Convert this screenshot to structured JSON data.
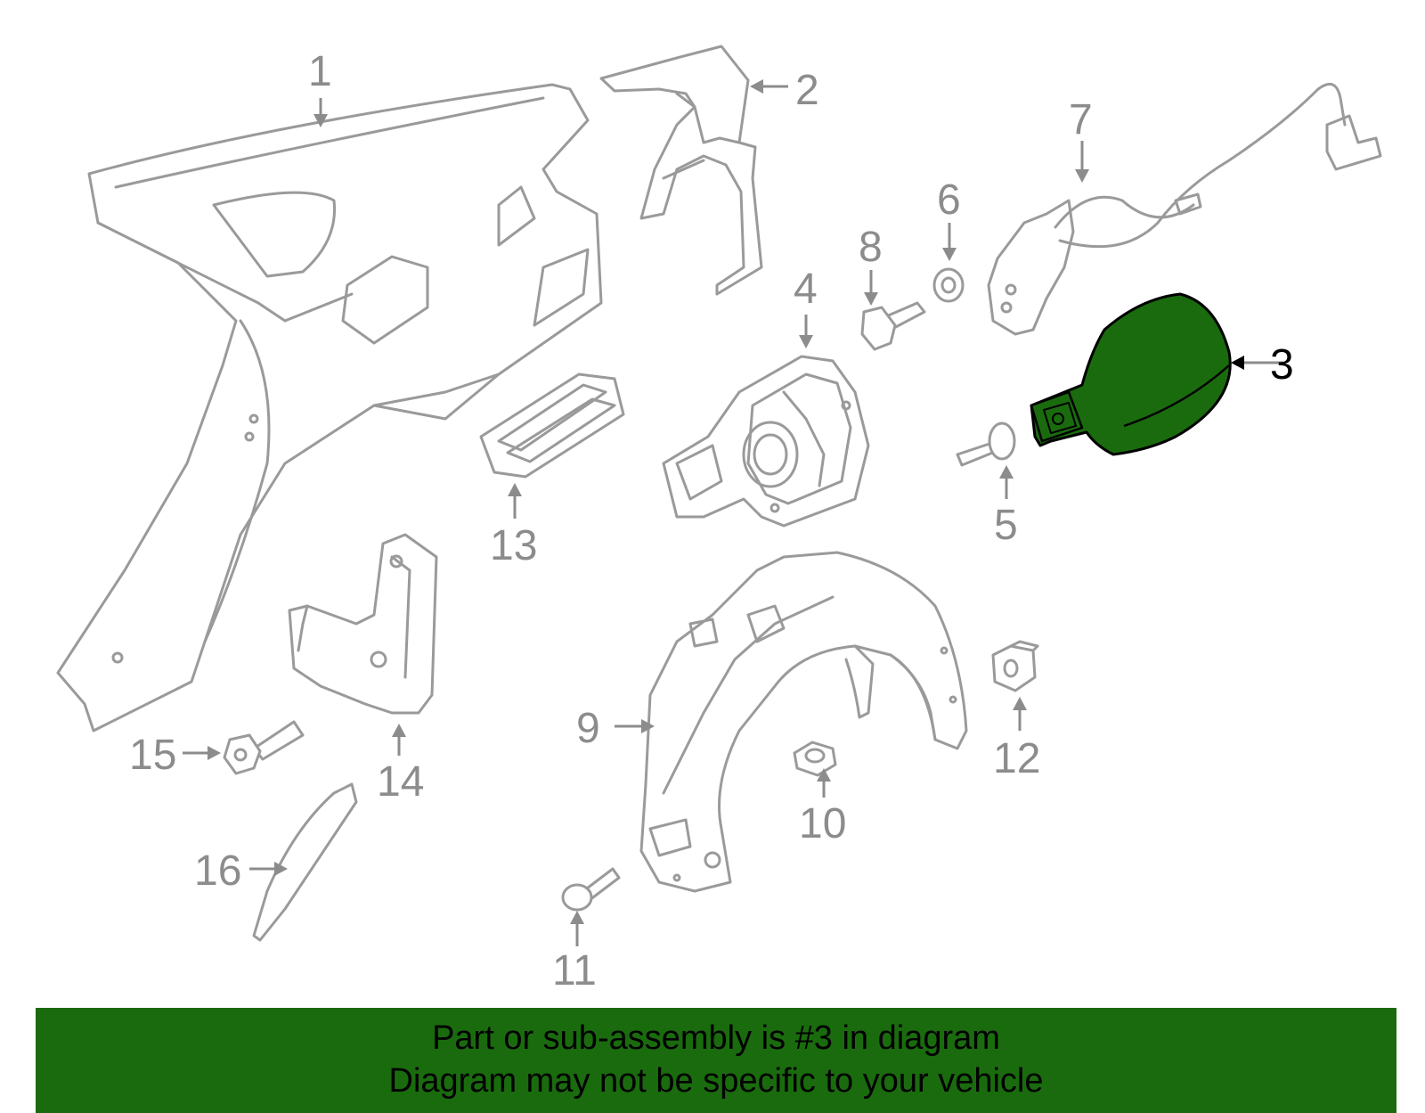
{
  "callouts": {
    "c1": "1",
    "c2": "2",
    "c3": "3",
    "c4": "4",
    "c5": "5",
    "c6": "6",
    "c7": "7",
    "c8": "8",
    "c9": "9",
    "c10": "10",
    "c11": "11",
    "c12": "12",
    "c13": "13",
    "c14": "14",
    "c15": "15",
    "c16": "16"
  },
  "highlight": {
    "part": "3",
    "color": "#1a6b0e"
  },
  "banner": {
    "line1": "Part or sub-assembly is #3 in diagram",
    "line2": "Diagram may not be specific to your vehicle",
    "color": "#1a6b0e"
  }
}
